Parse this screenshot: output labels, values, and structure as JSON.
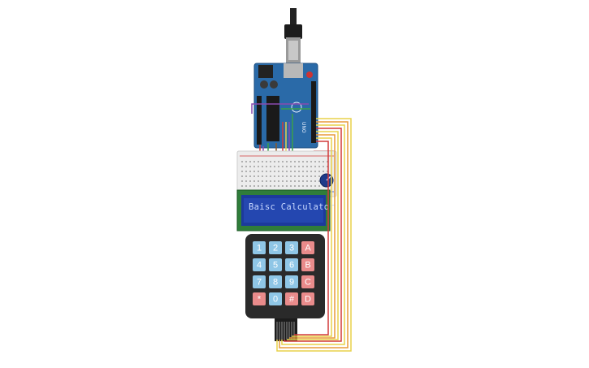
{
  "lcd": {
    "text": "Baisc Calculator"
  },
  "board": {
    "label": "UNO"
  },
  "keypad": {
    "keys": [
      {
        "label": "1",
        "kind": "digit"
      },
      {
        "label": "2",
        "kind": "digit"
      },
      {
        "label": "3",
        "kind": "digit"
      },
      {
        "label": "A",
        "kind": "letter"
      },
      {
        "label": "4",
        "kind": "digit"
      },
      {
        "label": "5",
        "kind": "digit"
      },
      {
        "label": "6",
        "kind": "digit"
      },
      {
        "label": "B",
        "kind": "letter"
      },
      {
        "label": "7",
        "kind": "digit"
      },
      {
        "label": "8",
        "kind": "digit"
      },
      {
        "label": "9",
        "kind": "digit"
      },
      {
        "label": "C",
        "kind": "letter"
      },
      {
        "label": "*",
        "kind": "letter"
      },
      {
        "label": "0",
        "kind": "digit"
      },
      {
        "label": "#",
        "kind": "letter"
      },
      {
        "label": "D",
        "kind": "letter"
      }
    ]
  },
  "colors": {
    "board": "#2a6aa8",
    "lcd_bezel": "#2f7d3a",
    "lcd_screen": "#1c3a9c",
    "keypad_body": "#2a2a2a",
    "key_digit": "#8fc6e6",
    "key_letter": "#e98b8b",
    "wire_red": "#d23a3a",
    "wire_yellow": "#e8d24a",
    "wire_orange": "#e89a3a",
    "wire_purple": "#8a4ab0",
    "wire_green": "#3aa04a",
    "wire_brown": "#8a5a2a"
  }
}
